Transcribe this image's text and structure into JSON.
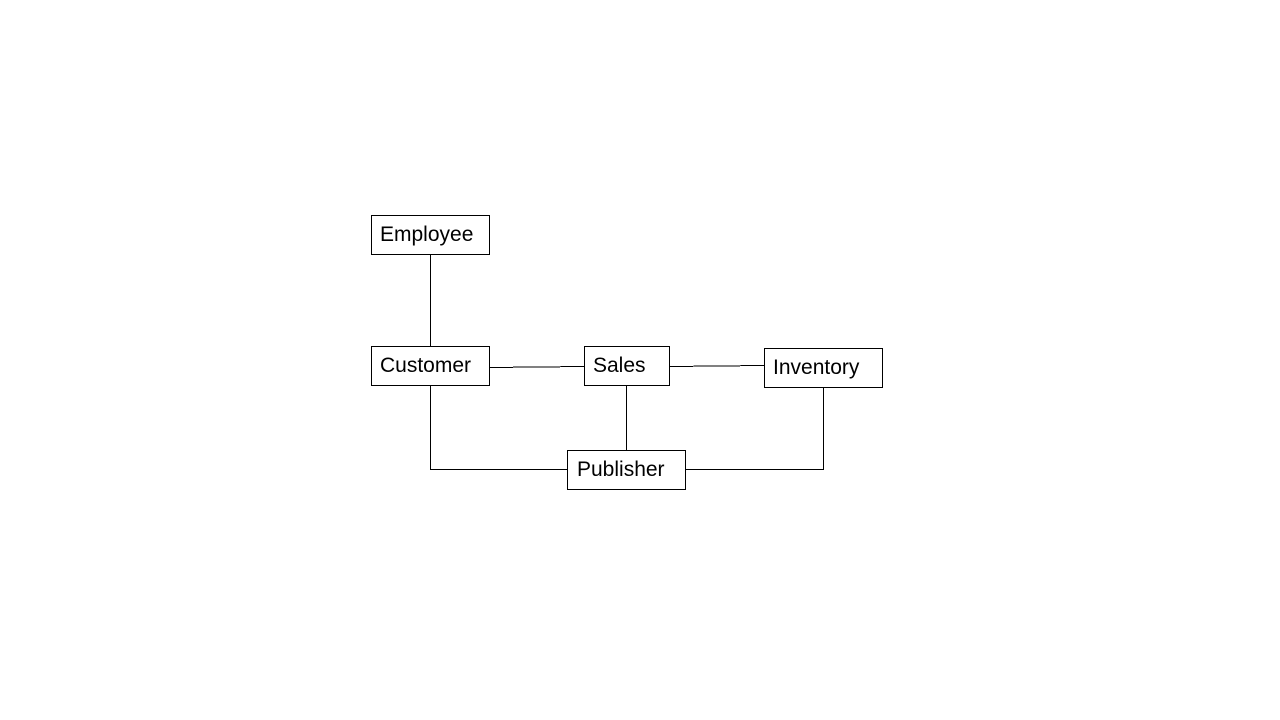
{
  "diagram": {
    "entities": {
      "employee": "Employee",
      "customer": "Customer",
      "sales": "Sales",
      "inventory": "Inventory",
      "publisher": "Publisher"
    },
    "relationships": [
      {
        "from": "Employee",
        "to": "Customer"
      },
      {
        "from": "Customer",
        "to": "Sales"
      },
      {
        "from": "Sales",
        "to": "Inventory"
      },
      {
        "from": "Sales",
        "to": "Publisher"
      },
      {
        "from": "Customer",
        "to": "Publisher"
      },
      {
        "from": "Inventory",
        "to": "Publisher"
      }
    ],
    "colors": {
      "line": "#000000",
      "box_border": "#000000",
      "box_fill": "#ffffff",
      "background": "#ffffff"
    }
  }
}
